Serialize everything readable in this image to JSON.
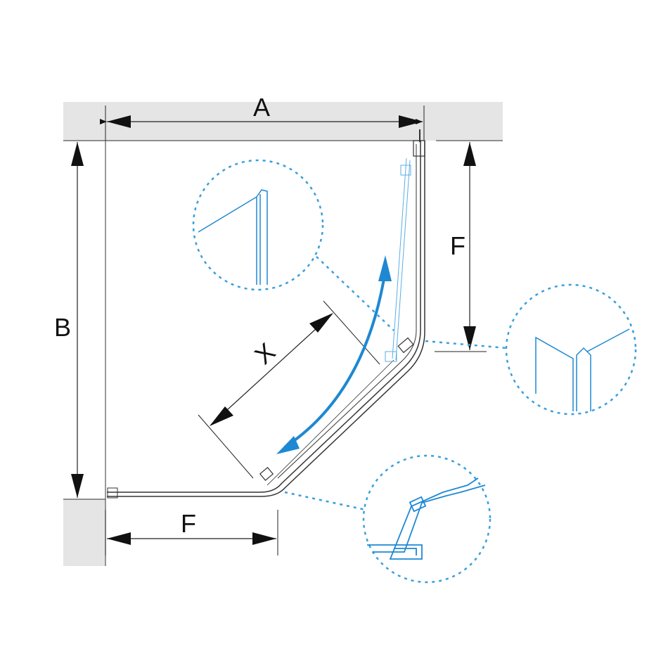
{
  "diagram": {
    "labels": {
      "width": "A",
      "depth": "B",
      "side_right": "F",
      "side_bottom": "F",
      "door_opening": "X"
    },
    "colors": {
      "wall": "#e5e5e5",
      "line": "#222222",
      "accent": "#1e88d2",
      "detail": "#3a9fdc"
    }
  }
}
